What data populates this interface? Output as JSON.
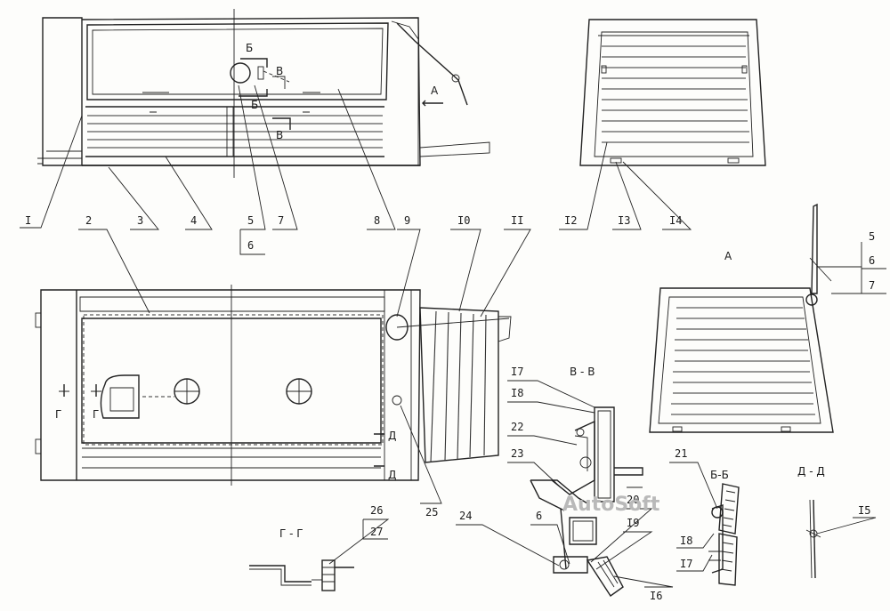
{
  "labels": {
    "l1": "I",
    "l2": "2",
    "l3": "3",
    "l4": "4",
    "l5": "5",
    "l6": "6",
    "l7": "7",
    "l8": "8",
    "l9": "9",
    "l10": "I0",
    "l11": "II",
    "l12": "I2",
    "l13": "I3",
    "l14": "I4",
    "r5": "5",
    "r6": "6",
    "r7": "7",
    "l15": "I5",
    "l16": "I6",
    "l17a": "I7",
    "l18a": "I8",
    "l17b": "I7",
    "l18b": "I8",
    "l19": "I9",
    "l20": "20",
    "l21": "21",
    "l22": "22",
    "l23": "23",
    "l24": "24",
    "l25": "25",
    "l26": "26",
    "l27": "27",
    "l6b": "6"
  },
  "markers": {
    "b_top": "Б",
    "b_bottom": "Б",
    "v_top": "В",
    "v_bottom": "В",
    "a_arrow": "А",
    "g_left": "Г",
    "g_right": "Г",
    "d_top": "Д",
    "d_bottom": "Д"
  },
  "sections": {
    "view_a": "А",
    "section_vv": "В - В",
    "section_bb": "Б-Б",
    "section_dd": "Д - Д",
    "section_gg": "Г - Г"
  },
  "watermark": "AutoSoft"
}
